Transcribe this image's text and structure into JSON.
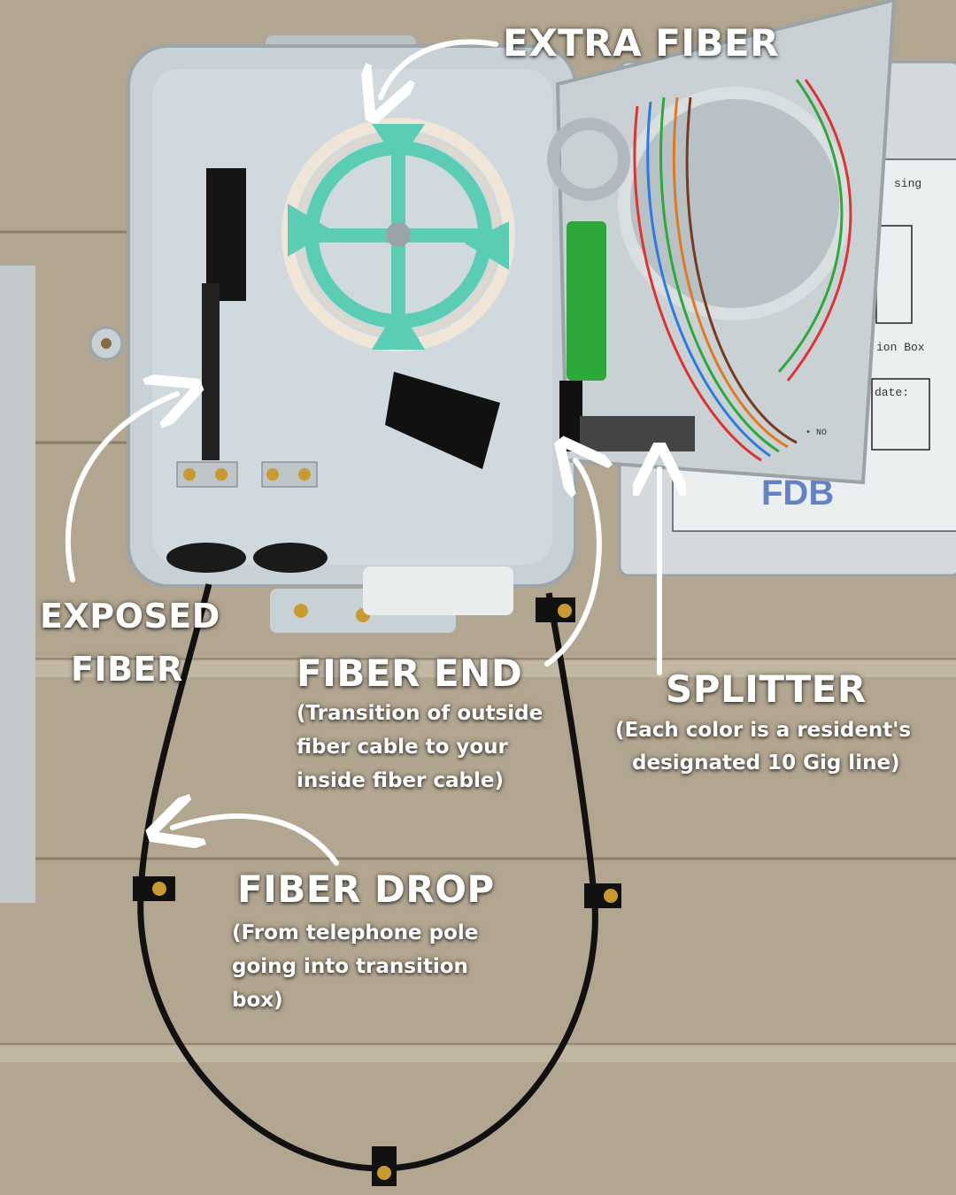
{
  "labels": {
    "extra_fiber": "EXTRA FIBER",
    "exposed_fiber": [
      "EXPOSED",
      "FIBER"
    ],
    "fiber_end": {
      "title": "FIBER END",
      "description": [
        "(Transition of outside",
        "fiber cable to your",
        "inside fiber cable)"
      ]
    },
    "splitter": {
      "title": "SPLITTER",
      "description": [
        "(Each color is a resident's",
        "designated 10 Gig line)"
      ]
    },
    "fiber_drop": {
      "title": "FIBER DROP",
      "description": [
        "(From telephone pole",
        "going into transition",
        "box)"
      ]
    }
  },
  "box_printed_text": {
    "line1": "sing",
    "line2": "ion Box",
    "line3": "date:",
    "line4": "• NO",
    "brand": "FDB"
  },
  "colors": {
    "siding": "#b3a690",
    "box": "#c8d2d6",
    "spool": "#5ccdb5",
    "connector": "#2fa83a",
    "annotation": "#ffffff"
  }
}
